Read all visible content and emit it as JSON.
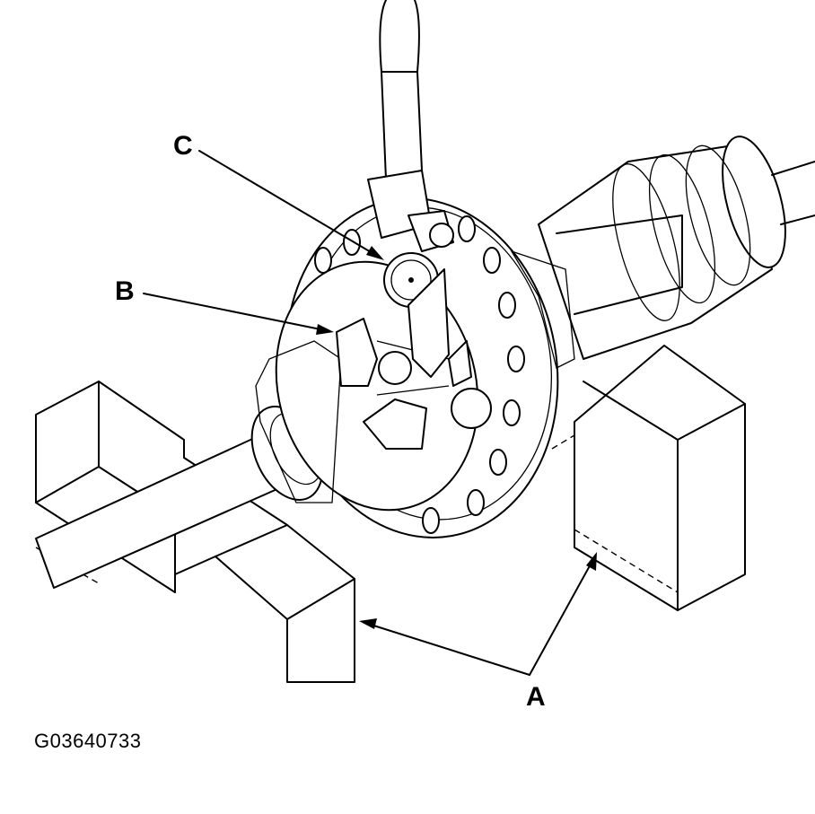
{
  "callouts": {
    "a": "A",
    "b": "B",
    "c": "C"
  },
  "figure_code": "G03640733",
  "icons": {
    "figure": "differential-assembly-with-dial-indicator"
  }
}
